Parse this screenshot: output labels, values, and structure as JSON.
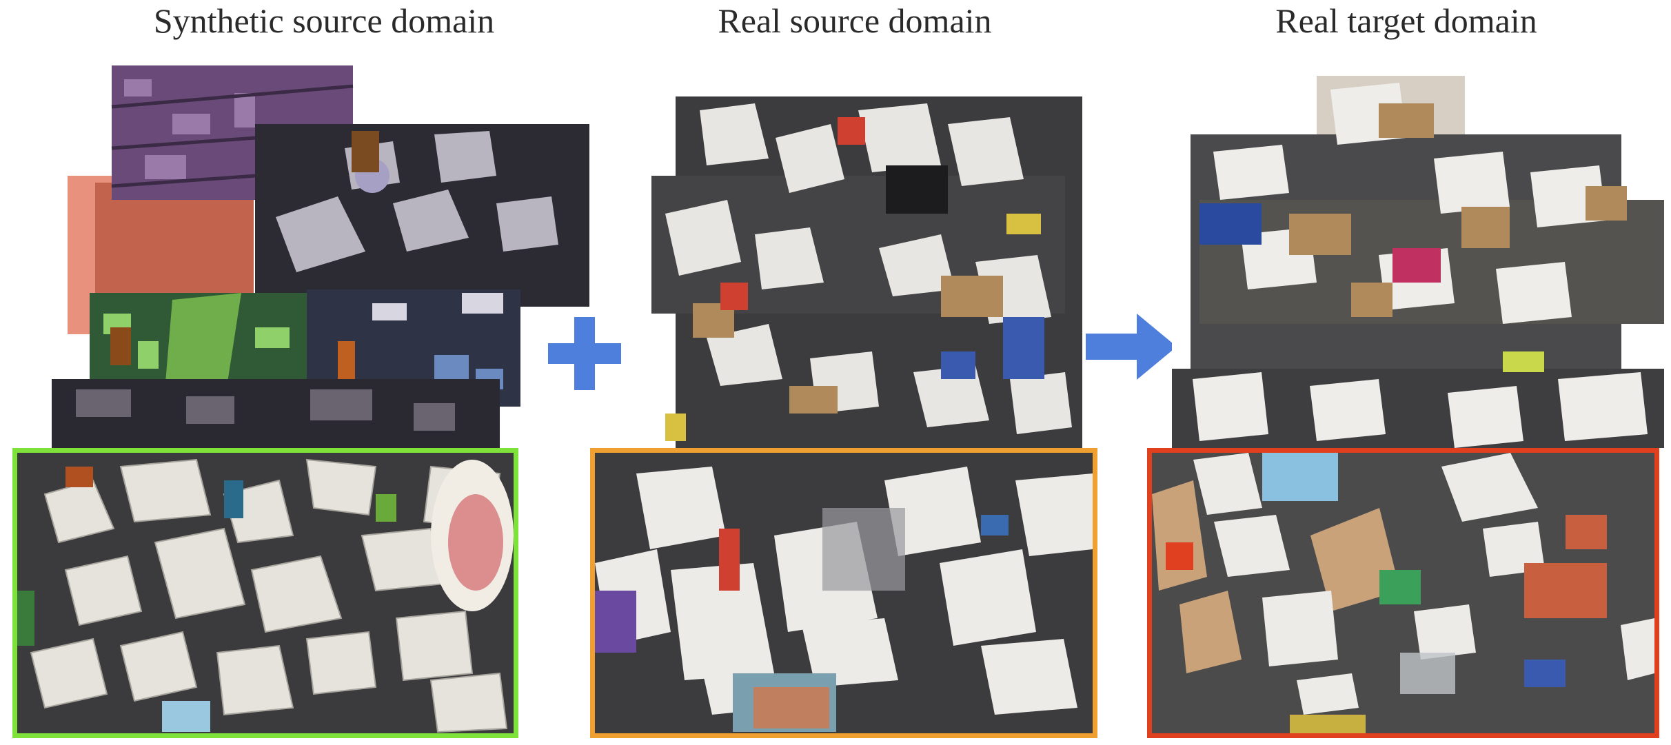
{
  "titles": {
    "synthetic": "Synthetic source domain",
    "real_source": "Real source domain",
    "real_target": "Real target domain"
  },
  "colors": {
    "synthetic_frame": "#7ee23a",
    "real_source_frame": "#f0a030",
    "real_target_frame": "#e0401e",
    "plus_icon": "#4f7fdc",
    "arrow_icon": "#4f7fdc",
    "title_text": "#2a2a2a"
  },
  "icons": {
    "plus": "plus-icon",
    "arrow": "arrow-right-icon"
  }
}
